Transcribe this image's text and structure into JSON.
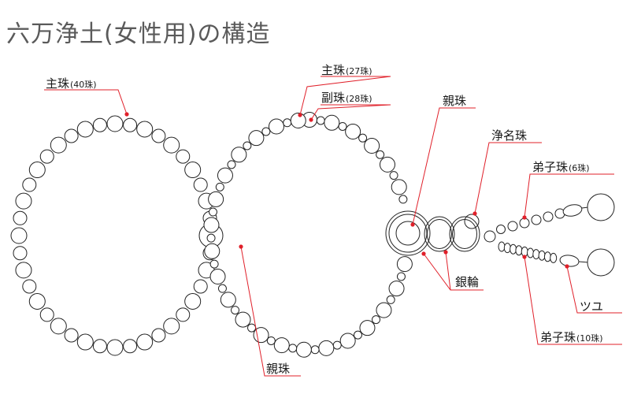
{
  "title": "六万浄土(女性用)の構造",
  "labels": {
    "omodama_40": {
      "main": "主珠",
      "count": "(40珠)"
    },
    "omodama_27": {
      "main": "主珠",
      "count": "(27珠)"
    },
    "fukudama_28": {
      "main": "副珠",
      "count": "(28珠)"
    },
    "oyadama_top": {
      "main": "親珠",
      "count": ""
    },
    "jomyodama": {
      "main": "浄名珠",
      "count": ""
    },
    "deshidama_6": {
      "main": "弟子珠",
      "count": "(6珠)"
    },
    "ginwa": {
      "main": "銀輪",
      "count": ""
    },
    "tsuyu": {
      "main": "ツユ",
      "count": ""
    },
    "deshidama_10": {
      "main": "弟子珠",
      "count": "(10珠)"
    },
    "oyadama_bottom": {
      "main": "親珠",
      "count": ""
    }
  },
  "colors": {
    "bead_stroke": "#222222",
    "leader_line": "#e0202a",
    "leader_dot": "#e0202a",
    "title": "#5a5a5a",
    "label_text": "#1a1a1a"
  }
}
